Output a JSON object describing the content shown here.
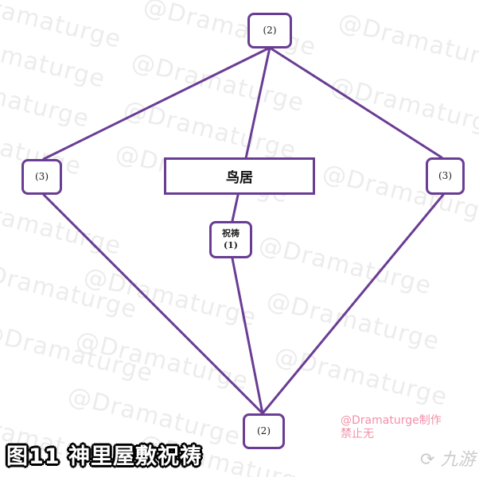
{
  "diagram": {
    "title": "图11 神里屋敷祝祷",
    "nodes": {
      "top": {
        "label": "(2)"
      },
      "left": {
        "label": "(3)"
      },
      "right": {
        "label": "(3)"
      },
      "bottom": {
        "label": "(2)"
      },
      "torii": {
        "label": "鸟居"
      },
      "prayer": {
        "label": "祝祷",
        "sub": "(1)"
      }
    },
    "edges": [
      {
        "from": "top",
        "to": "left"
      },
      {
        "from": "top",
        "to": "right"
      },
      {
        "from": "top",
        "to": "prayer"
      },
      {
        "from": "prayer",
        "to": "bottom"
      },
      {
        "from": "left",
        "to": "bottom"
      },
      {
        "from": "right",
        "to": "bottom"
      }
    ],
    "colors": {
      "stroke": "#6a3d94",
      "background": "#ffffff"
    }
  },
  "watermark": {
    "text": "@Dramaturge"
  },
  "credit": {
    "line1": "@Dramaturge制作",
    "line2": "禁止无"
  },
  "logo": {
    "text": "九游"
  }
}
